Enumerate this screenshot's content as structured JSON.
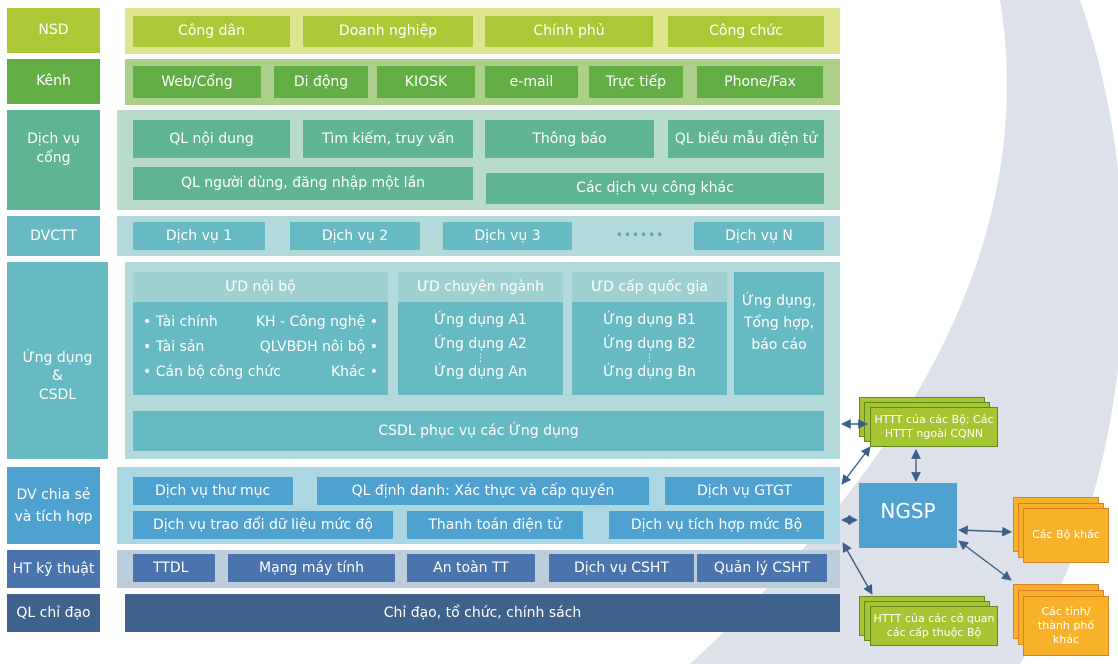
{
  "colors": {
    "nsd": "#adc837",
    "nsd_bg": "#dfe58c",
    "kenh": "#62ae45",
    "kenh_bg": "#acd08a",
    "dvcong": "#5fb493",
    "dvcong_bg": "#b9dbc9",
    "dvctt": "#67bac2",
    "dvctt_bg": "#b3dadb",
    "udcsdl": "#67bac2",
    "udcsdl_bg": "#b3dadb",
    "ud_header": "#9fd0cf",
    "dvchiase": "#4fa1cf",
    "dvchiase_bg": "#aad7e1",
    "htkt": "#4b73ad",
    "htkt_bg": "#bccddb",
    "qlcd": "#3f628d",
    "ngsp": "#4fa1cf",
    "green_card": "#a7c532",
    "green_card_border": "#5e8a1e",
    "orange_card": "#f8b22a",
    "orange_card_border": "#e07f1f",
    "arrow": "#3e5f8a",
    "crescent": "#dde2ea"
  },
  "layers": {
    "nsd": {
      "label": "NSD",
      "items": [
        "Công dân",
        "Doanh nghiệp",
        "Chính phủ",
        "Công chức"
      ]
    },
    "kenh": {
      "label": "Kênh",
      "items": [
        "Web/Cổng",
        "Di động",
        "KIOSK",
        "e-mail",
        "Trực tiếp",
        "Phone/Fax"
      ]
    },
    "dich_vu_cong": {
      "label": "Dịch vụ cổng",
      "row1": [
        "QL nội dung",
        "Tìm kiếm, truy vấn",
        "Thông báo",
        "QL biểu mẫu điện tử"
      ],
      "row2": [
        "QL người dùng, đăng nhập một lần",
        "Các dịch vụ công khác"
      ]
    },
    "dvctt": {
      "label": "DVCTT",
      "items": [
        "Dịch vụ 1",
        "Dịch vụ 2",
        "Dịch vụ 3",
        "••••••",
        "Dịch vụ N"
      ]
    },
    "ung_dung_csdl": {
      "label_lines": [
        "Ứng dụng",
        "&",
        "CSDL"
      ],
      "ud_noi_bo": {
        "title": "ƯD nội bộ",
        "left": [
          "• Tài chính",
          "• Tài sản",
          "• Cán bộ công chức"
        ],
        "right": [
          "KH - Công nghệ •",
          "QLVBĐH nôi bộ •",
          "Khác •"
        ]
      },
      "ud_chuyen_nganh": {
        "title": "ƯD chuyên ngành",
        "items": [
          "Ứng dụng A1",
          "Ứng dụng A2",
          "Ứng dụng An"
        ]
      },
      "ud_cap_quoc_gia": {
        "title": "ƯD cấp quốc gia",
        "items": [
          "Ứng dụng B1",
          "Ứng dụng B2",
          "Ứng dụng Bn"
        ]
      },
      "tong_hop_lines": [
        "Ứng dụng,",
        "Tổng hợp,",
        "báo cáo"
      ],
      "csdl": "CSDL phục vụ các Ứng dụng"
    },
    "dv_chia_se": {
      "label_lines": [
        "DV chia sẻ",
        "và tích hợp"
      ],
      "row1": [
        "Dịch vụ thư mục",
        "QL định danh: Xác thực và cấp quyền",
        "Dịch vụ GTGT"
      ],
      "row2": [
        "Dịch vụ trao đổi dữ liệu mức độ",
        "Thanh toán điện tử",
        "Dịch vụ tích hợp mức  Bộ"
      ]
    },
    "ht_ky_thuat": {
      "label": "HT kỹ thuật",
      "items": [
        "TTDL",
        "Mạng máy tính",
        "An toàn TT",
        "Dịch vụ CSHT",
        "Quản lý CSHT"
      ]
    },
    "ql_chi_dao": {
      "label": "QL chỉ đạo",
      "content": "Chỉ đạo, tổ chức, chính sách"
    }
  },
  "external": {
    "ngsp": "NGSP",
    "httt_bo_lines": [
      "HTTT của các Bộ; Các",
      "HTTT ngoài CQNN"
    ],
    "httt_co_quan_lines": [
      "HTTT của các cở quan",
      "các cấp thuộc Bộ"
    ],
    "cac_bo_khac": "Các Bộ khác",
    "cac_tinh_lines": [
      "Các tỉnh/",
      "thành phố khác"
    ]
  }
}
